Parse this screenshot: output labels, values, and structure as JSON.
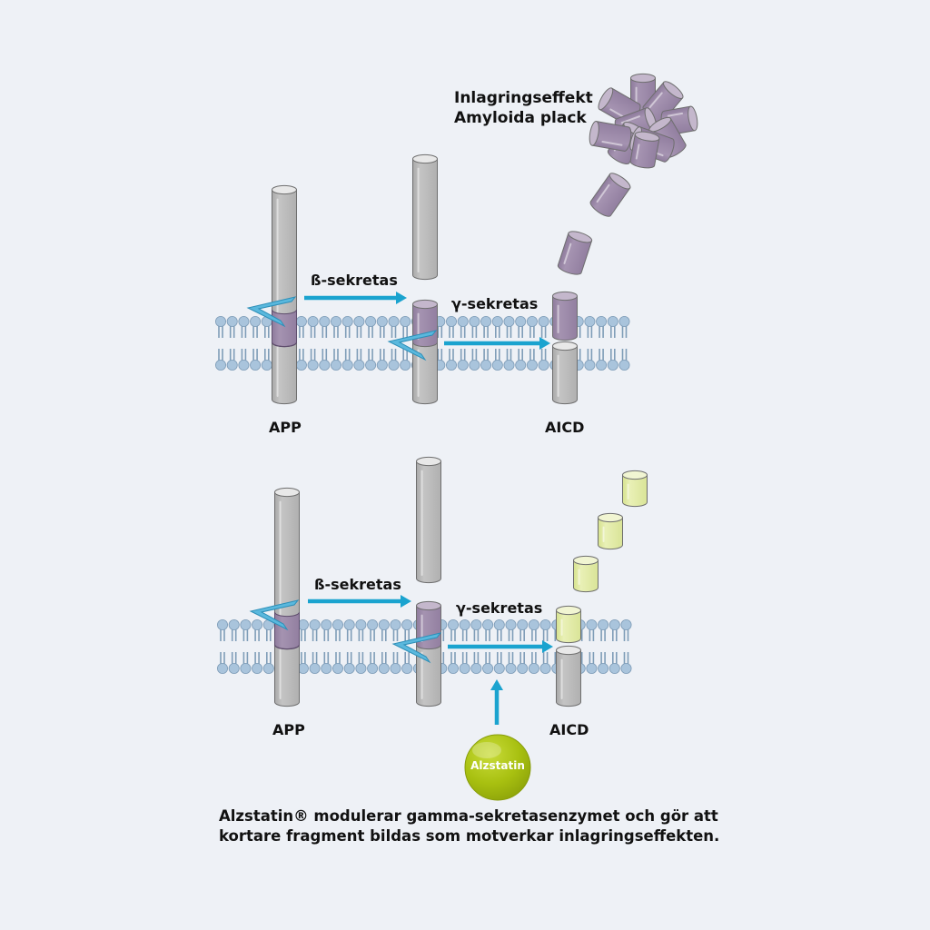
{
  "colors": {
    "background": "#eef1f6",
    "membrane": "#a9c4dc",
    "membrane_stroke": "#7f9db8",
    "app_gray": "#bdbdbd",
    "beta_amyloid_purple": "#9c8aa8",
    "short_fragment_green": "#e2ebaa",
    "alzstatin_green": "#a8c010",
    "arrow_blue": "#1aa3cf",
    "enzyme_blue": "#5ab8dd"
  },
  "top_panel": {
    "plaque_title": "Inlagringseffekt",
    "plaque_subtitle": "Amyloida plack",
    "beta_label": "ß-sekretas",
    "gamma_label": "γ-sekretas",
    "app_label": "APP",
    "aicd_label": "AICD"
  },
  "bottom_panel": {
    "beta_label": "ß-sekretas",
    "gamma_label": "γ-sekretas",
    "app_label": "APP",
    "aicd_label": "AICD",
    "alzstatin_label": "Alzstatin"
  },
  "caption": {
    "line1": "Alzstatin® modulerar gamma-sekretasenzymet och gör att",
    "line2": "kortare fragment bildas som motverkar inlagringseffekten."
  }
}
